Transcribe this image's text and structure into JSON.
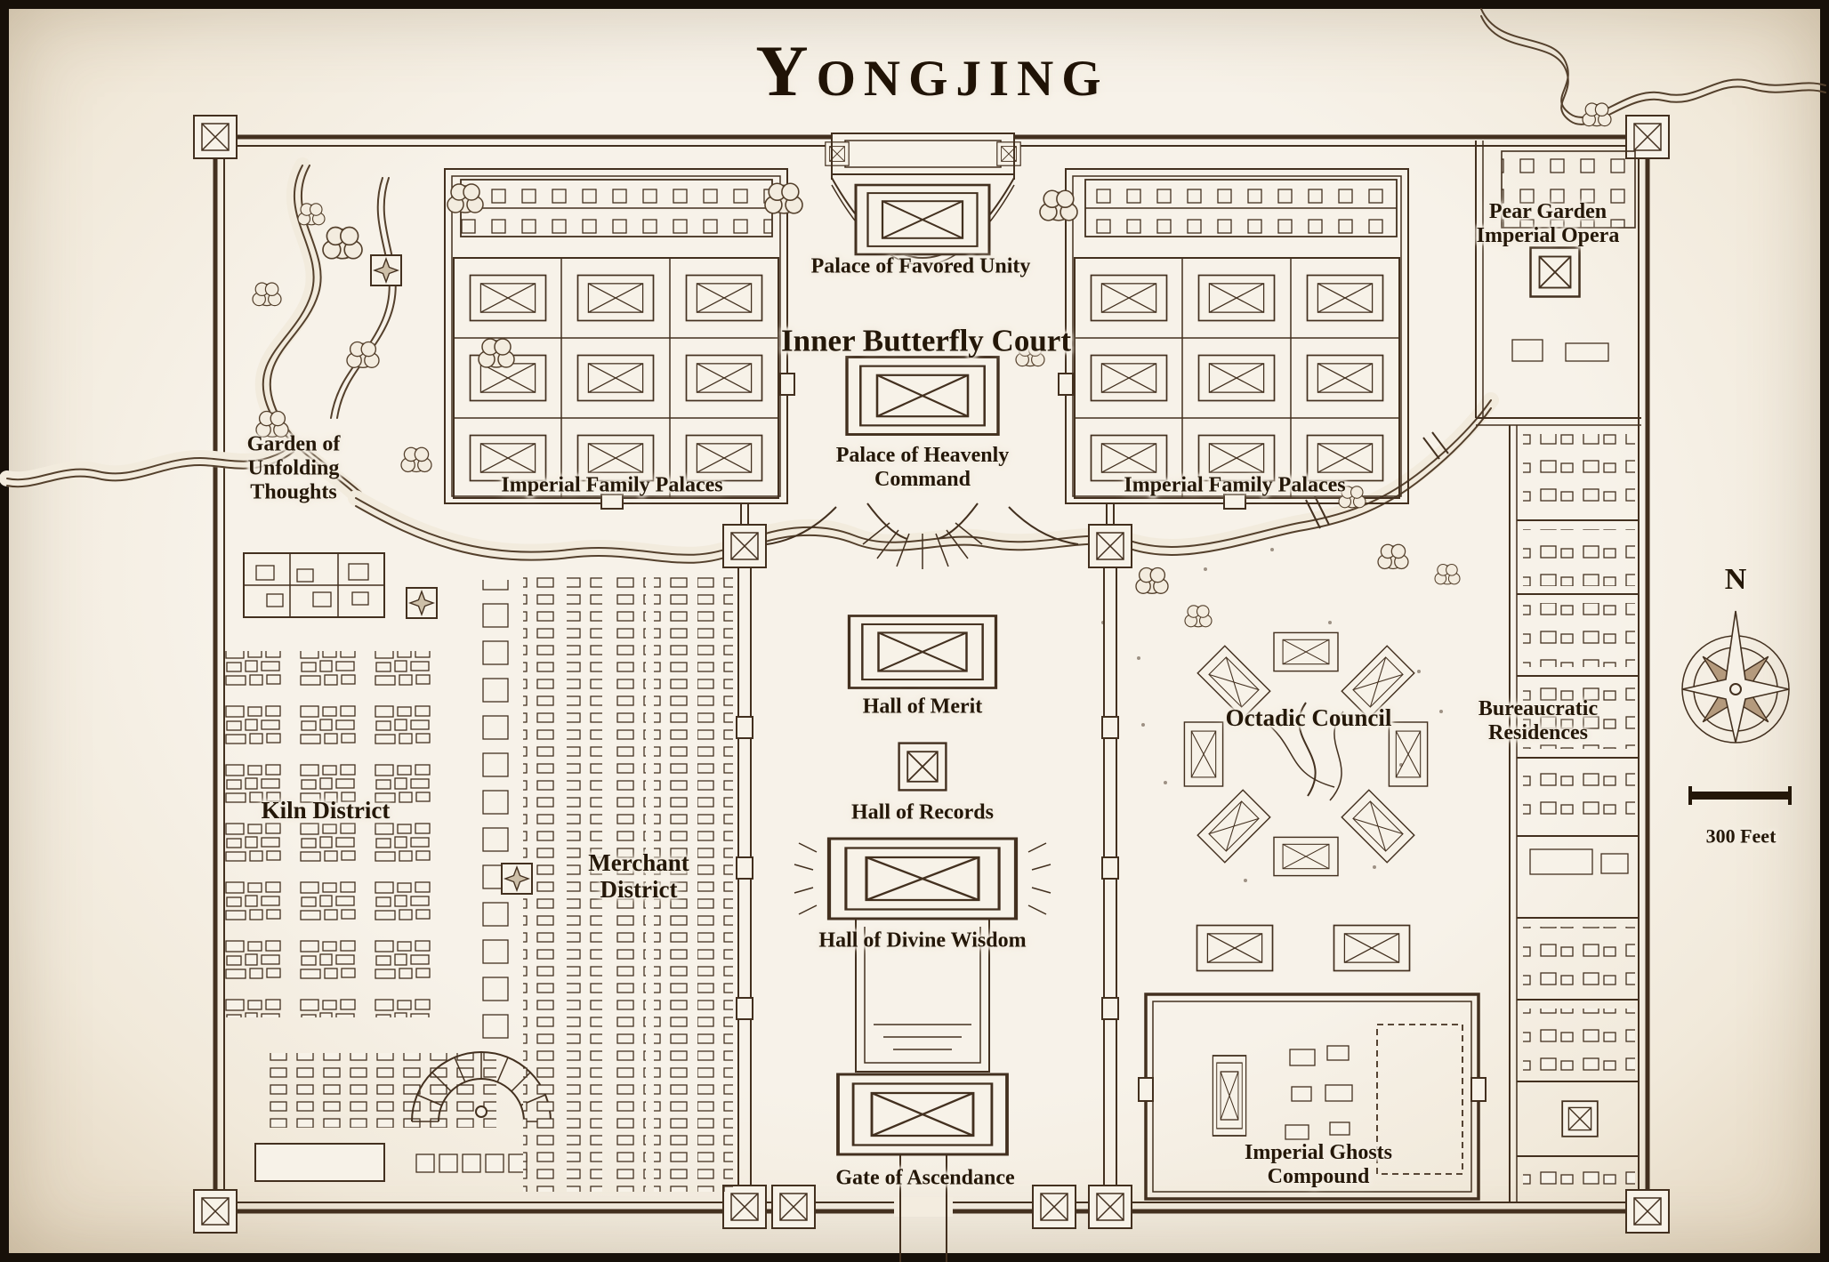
{
  "title": "Yongjing",
  "labels": {
    "palace_of_favored_unity": "Palace of Favored Unity",
    "inner_butterfly_court": "Inner Butterfly Court",
    "palace_of_heavenly_command": "Palace of Heavenly\nCommand",
    "imperial_family_palaces": "Imperial Family Palaces",
    "pear_garden_imperial_opera": "Pear Garden\nImperial Opera",
    "garden_of_unfolding_thoughts": "Garden of\nUnfolding\nThoughts",
    "kiln_district": "Kiln District",
    "merchant_district": "Merchant\nDistrict",
    "hall_of_merit": "Hall of Merit",
    "hall_of_records": "Hall of Records",
    "hall_of_divine_wisdom": "Hall of Divine Wisdom",
    "octadic_council": "Octadic Council",
    "bureaucratic_residences": "Bureaucratic\nResidences",
    "imperial_ghosts_compound": "Imperial Ghosts\nCompound",
    "gate_of_ascendance": "Gate of Ascendance"
  },
  "compass": {
    "north": "N"
  },
  "scale_bar": {
    "label": "300 Feet"
  },
  "colors": {
    "ink": "#43301f",
    "parchment": "#f4eee3",
    "label_text": "#241708",
    "frame": "#171009"
  }
}
